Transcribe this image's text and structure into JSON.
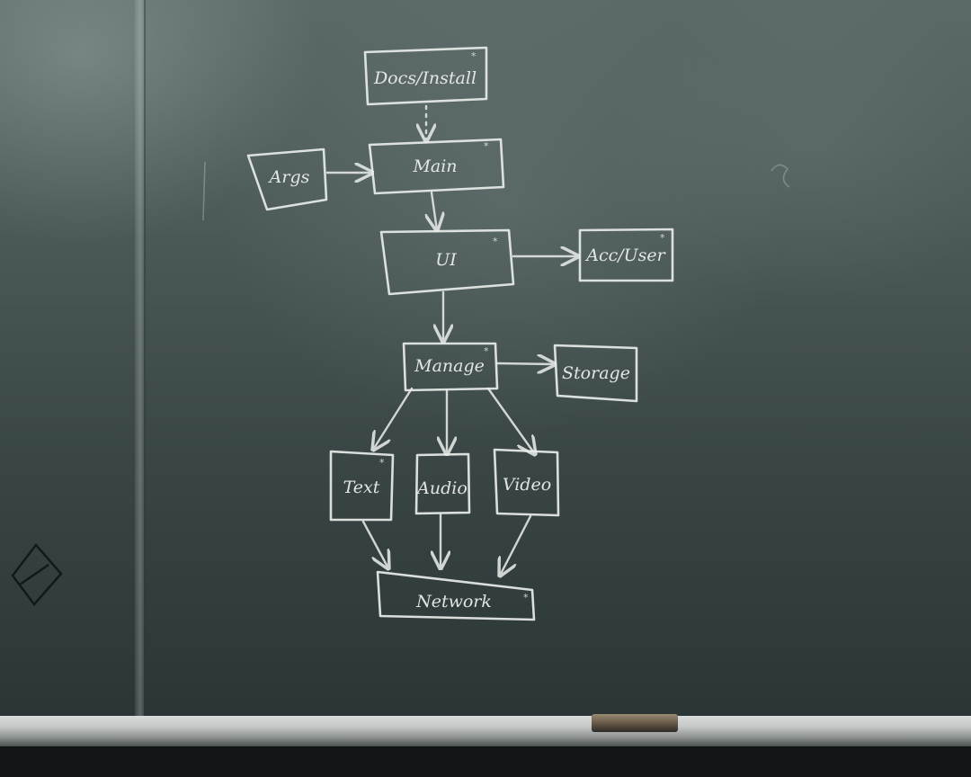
{
  "diagram": {
    "nodes": {
      "docs_install": {
        "label": "Docs/Install",
        "star": "*"
      },
      "args": {
        "label": "Args"
      },
      "main": {
        "label": "Main",
        "star": "*"
      },
      "ui": {
        "label": "UI",
        "star": "*"
      },
      "acc_user": {
        "label": "Acc/User",
        "star": "*"
      },
      "manage": {
        "label": "Manage",
        "star": "*"
      },
      "storage": {
        "label": "Storage"
      },
      "text": {
        "label": "Text",
        "star": "*"
      },
      "audio": {
        "label": "Audio"
      },
      "video": {
        "label": "Video"
      },
      "network": {
        "label": "Network",
        "star": "*"
      }
    },
    "edges": [
      {
        "from": "docs_install",
        "to": "main",
        "style": "dotted"
      },
      {
        "from": "args",
        "to": "main",
        "style": "solid"
      },
      {
        "from": "main",
        "to": "ui",
        "style": "solid"
      },
      {
        "from": "ui",
        "to": "acc_user",
        "style": "solid"
      },
      {
        "from": "ui",
        "to": "manage",
        "style": "solid"
      },
      {
        "from": "manage",
        "to": "storage",
        "style": "solid"
      },
      {
        "from": "manage",
        "to": "text",
        "style": "solid"
      },
      {
        "from": "manage",
        "to": "audio",
        "style": "solid"
      },
      {
        "from": "manage",
        "to": "video",
        "style": "solid"
      },
      {
        "from": "text",
        "to": "network",
        "style": "solid"
      },
      {
        "from": "audio",
        "to": "network",
        "style": "solid"
      },
      {
        "from": "video",
        "to": "network",
        "style": "solid"
      }
    ]
  },
  "colors": {
    "chalk": "#e8ecea",
    "board": "#4b5958"
  }
}
